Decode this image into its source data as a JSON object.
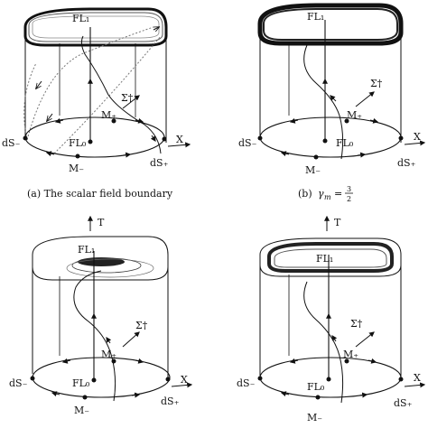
{
  "panels": [
    {
      "id": "a",
      "caption": "(a) The scalar field boundary",
      "labels": {
        "fl1": "FL₁",
        "fl0": "FL₀",
        "m_plus": "M₊",
        "m_minus": "M₋",
        "ds_minus": "dS₋",
        "ds_plus": "dS₊",
        "x_axis": "X",
        "sigma": "Σ†",
        "t_axis": ""
      }
    },
    {
      "id": "b",
      "caption_prefix": "(b)",
      "caption_symbol": "γ",
      "caption_sub": "m",
      "caption_eq": "=",
      "caption_num": "3",
      "caption_den": "2",
      "labels": {
        "fl1": "FL₁",
        "fl0": "FL₀",
        "m_plus": "M₊",
        "m_minus": "M₋",
        "ds_minus": "dS₋",
        "ds_plus": "dS₊",
        "x_axis": "X",
        "sigma": "Σ†",
        "t_axis": ""
      }
    },
    {
      "id": "c",
      "caption": "",
      "labels": {
        "fl1": "FL₁",
        "fl0": "FL₀",
        "m_plus": "M₊",
        "m_minus": "M₋",
        "ds_minus": "dS₋",
        "ds_plus": "dS₊",
        "x_axis": "X",
        "sigma": "Σ†",
        "t_axis": "T"
      }
    },
    {
      "id": "d",
      "caption": "",
      "labels": {
        "fl1": "FL₁",
        "fl0": "FL₀",
        "m_plus": "M₊",
        "m_minus": "M₋",
        "ds_minus": "dS₋",
        "ds_plus": "dS₊",
        "x_axis": "X",
        "sigma": "Σ†",
        "t_axis": "T"
      }
    }
  ],
  "colors": {
    "ink": "#111111",
    "dotted": "#777777",
    "orbit_dark": "#222222"
  }
}
